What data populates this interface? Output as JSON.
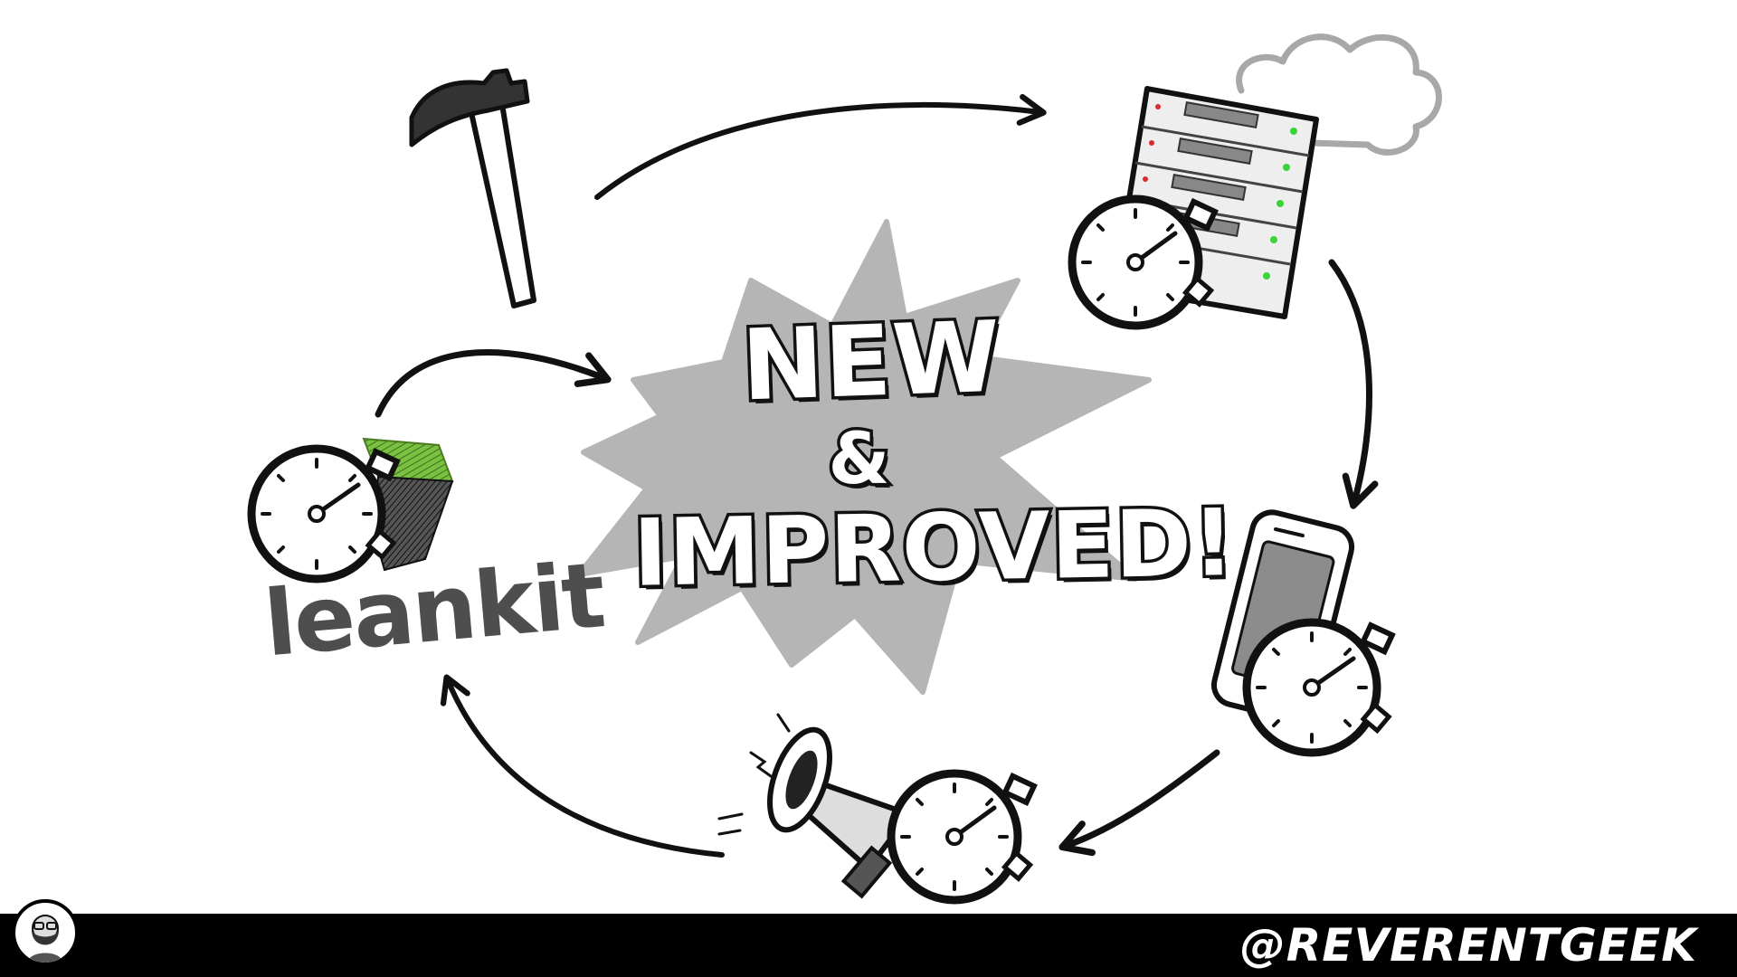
{
  "burst": {
    "line1": "NEW",
    "line2": "&",
    "line3": "IMPROVED!"
  },
  "logo": {
    "text": "leankit",
    "accent_color": "#7ac142"
  },
  "icons": [
    {
      "name": "hammer-icon",
      "stage": "build"
    },
    {
      "name": "server-rack-icon",
      "stage": "deploy"
    },
    {
      "name": "cloud-icon",
      "stage": "deploy"
    },
    {
      "name": "mobile-phone-icon",
      "stage": "release"
    },
    {
      "name": "megaphone-icon",
      "stage": "announce"
    },
    {
      "name": "stopwatch-icon",
      "count": 4
    }
  ],
  "footer": {
    "handle": "@REVERENTGEEK"
  },
  "colors": {
    "burst_gray": "#b5b5b5",
    "cloud_gray": "#a8a8a8",
    "footer_bg": "#000000",
    "led_green": "#3ad33a",
    "led_red": "#d92b2b"
  }
}
